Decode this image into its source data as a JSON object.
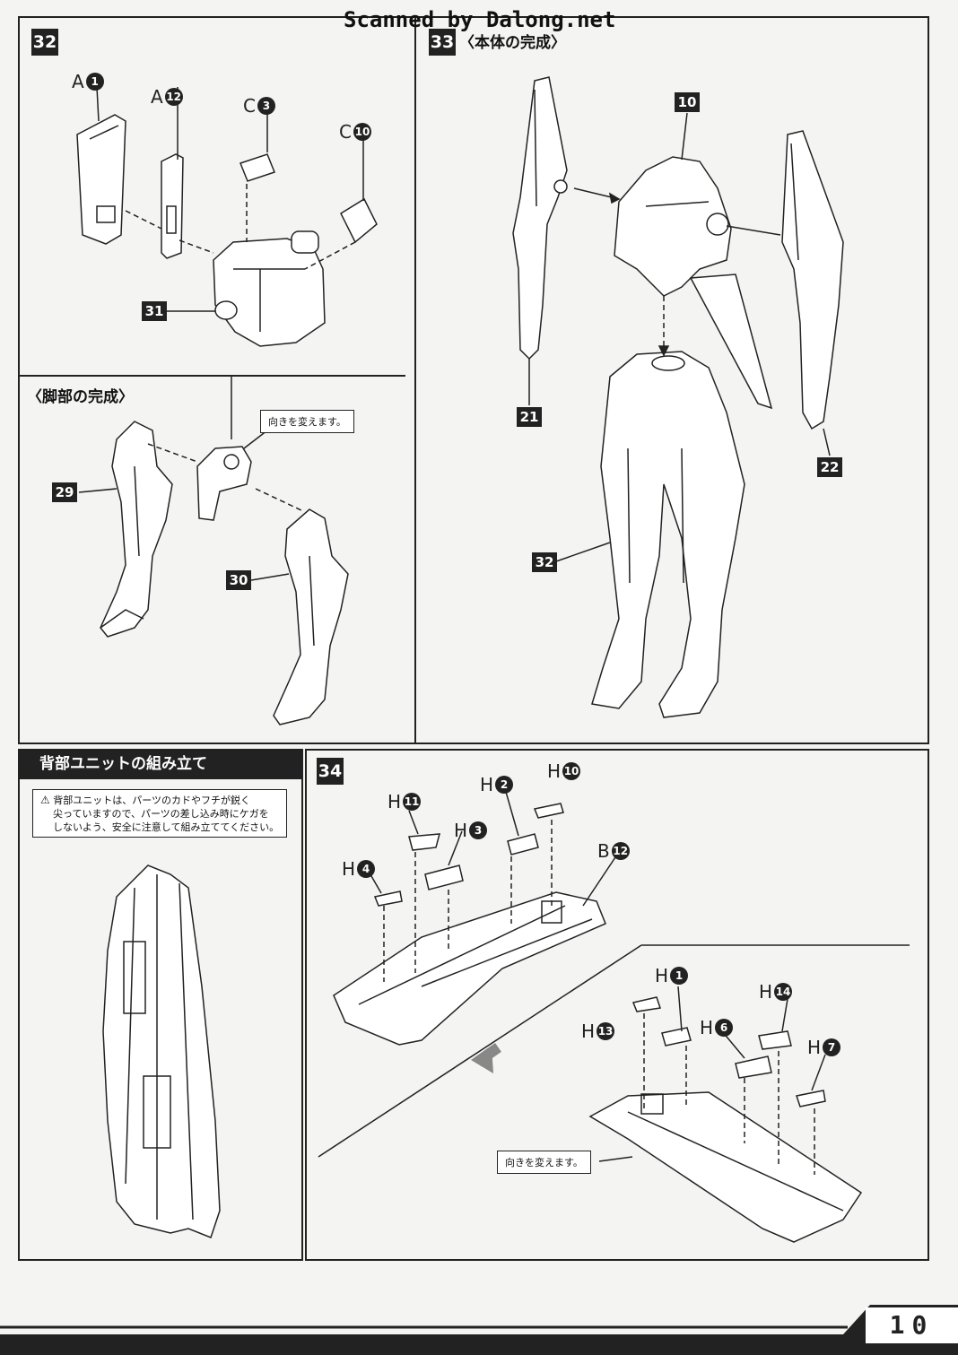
{
  "watermark": "Scanned by Dalong.net",
  "steps": {
    "s32": "32",
    "s33": "33",
    "s34": "34"
  },
  "sections": {
    "body_complete": "〈本体の完成〉",
    "leg_complete": "〈脚部の完成〉",
    "back_unit_title": "背部ユニットの組み立て"
  },
  "warning": {
    "icon": "warning-triangle-icon",
    "line1": "背部ユニットは、パーツのカドやフチが鋭く",
    "line2": "尖っていますので、パーツの差し込み時にケガを",
    "line3": "しないよう、安全に注意して組み立ててください。"
  },
  "notes": {
    "turn1": "向きを変えます。",
    "turn2": "向きを変えます。"
  },
  "callouts": {
    "c31": "31",
    "c29": "29",
    "c30": "30",
    "c10": "10",
    "c21": "21",
    "c22": "22",
    "c32": "32"
  },
  "parts": {
    "a1": {
      "letter": "A",
      "num": "1"
    },
    "a12": {
      "letter": "A",
      "num": "12"
    },
    "c3": {
      "letter": "C",
      "num": "3"
    },
    "c10": {
      "letter": "C",
      "num": "10"
    },
    "h11": {
      "letter": "H",
      "num": "11"
    },
    "h2": {
      "letter": "H",
      "num": "2"
    },
    "h10": {
      "letter": "H",
      "num": "10"
    },
    "h3": {
      "letter": "H",
      "num": "3"
    },
    "h4": {
      "letter": "H",
      "num": "4"
    },
    "b12": {
      "letter": "B",
      "num": "12"
    },
    "h1": {
      "letter": "H",
      "num": "1"
    },
    "h14": {
      "letter": "H",
      "num": "14"
    },
    "h13": {
      "letter": "H",
      "num": "13"
    },
    "h6": {
      "letter": "H",
      "num": "6"
    },
    "h7": {
      "letter": "H",
      "num": "7"
    }
  },
  "page_number": "10"
}
